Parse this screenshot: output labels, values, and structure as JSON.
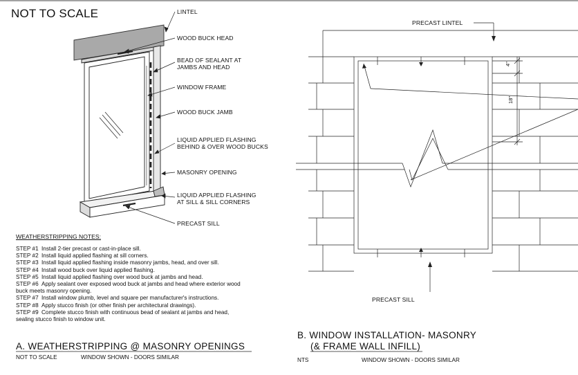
{
  "left_panel": {
    "scale_note": "NOT TO SCALE",
    "callouts": {
      "lintel": "LINTEL",
      "wood_buck_head": "WOOD BUCK HEAD",
      "bead_sealant_1": "BEAD OF SEALANT AT",
      "bead_sealant_2": "JAMBS AND HEAD",
      "window_frame": "WINDOW FRAME",
      "wood_buck_jamb": "WOOD BUCK JAMB",
      "liquid_flashing_bucks_1": "LIQUID APPLIED FLASHING",
      "liquid_flashing_bucks_2": "BEHIND & OVER WOOD BUCKS",
      "masonry_opening": "MASONRY OPENING",
      "liquid_flashing_sill_1": "LIQUID APPLIED FLASHING",
      "liquid_flashing_sill_2": "AT SILL & SILL CORNERS",
      "precast_sill": "PRECAST SILL"
    },
    "notes_heading": "WEATHERSTRIPPING NOTES:",
    "steps": [
      {
        "no": "STEP #1",
        "text": "Install 2-tier precast or cast-in-place sill."
      },
      {
        "no": "STEP #2",
        "text": "Install liquid applied flashing at sill corners."
      },
      {
        "no": "STEP #3",
        "text": "Install liquid applied flashing inside masonry jambs, head, and over sill."
      },
      {
        "no": "STEP #4",
        "text": "Install wood buck over liquid applied flashing."
      },
      {
        "no": "STEP #5",
        "text": "Install liquid applied flashing over wood buck at jambs and head."
      },
      {
        "no": "STEP #6",
        "text": "Apply sealant over exposed wood buck at jambs and head where exterior wood",
        "cont": "buck meets masonry opening."
      },
      {
        "no": "STEP #7",
        "text": "Install window plumb, level and square per manufacturer's instructions."
      },
      {
        "no": "STEP #8",
        "text": "Apply stucco finish (or other finish per architectural drawings)."
      },
      {
        "no": "STEP #9",
        "text": "Complete stucco finish with continuous bead of sealant at jambs and head,",
        "cont": "sealing stucco finish to window unit."
      }
    ],
    "section_title": "A. WEATHERSTRIPPING @ MASONRY OPENINGS",
    "sub_left": "NOT TO SCALE",
    "sub_right": "WINDOW SHOWN - DOORS SIMILAR"
  },
  "right_panel": {
    "precast_lintel": "PRECAST LINTEL",
    "precast_sill": "PRECAST SILL",
    "dim_4": "4\"",
    "dim_18": "18\"",
    "section_title_1": "B.  WINDOW  INSTALLATION- MASONRY",
    "section_title_2": "(& FRAME WALL INFILL)",
    "sub_left": "NTS",
    "sub_right": "WINDOW SHOWN - DOORS SIMILAR"
  }
}
